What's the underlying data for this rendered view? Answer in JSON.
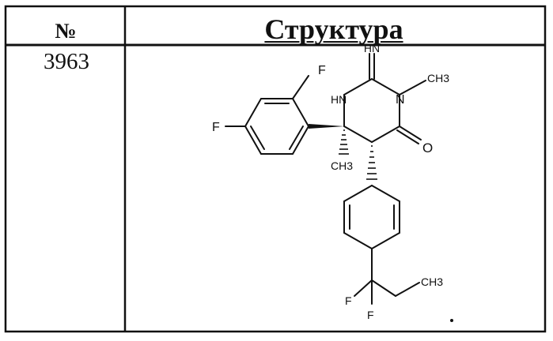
{
  "table": {
    "header": {
      "number": "№",
      "structure": "Структура"
    },
    "row": {
      "number": "3963",
      "atom_labels": {
        "imine": "HN",
        "f_top": "F",
        "f_left": "F",
        "nh": "HN",
        "n": "N",
        "ch3_n": "CH3",
        "ch3_quat": "CH3",
        "oxygen": "O",
        "f_bottom_left": "F",
        "f_bottom": "F",
        "ch3_ethyl": "CH3"
      }
    }
  }
}
